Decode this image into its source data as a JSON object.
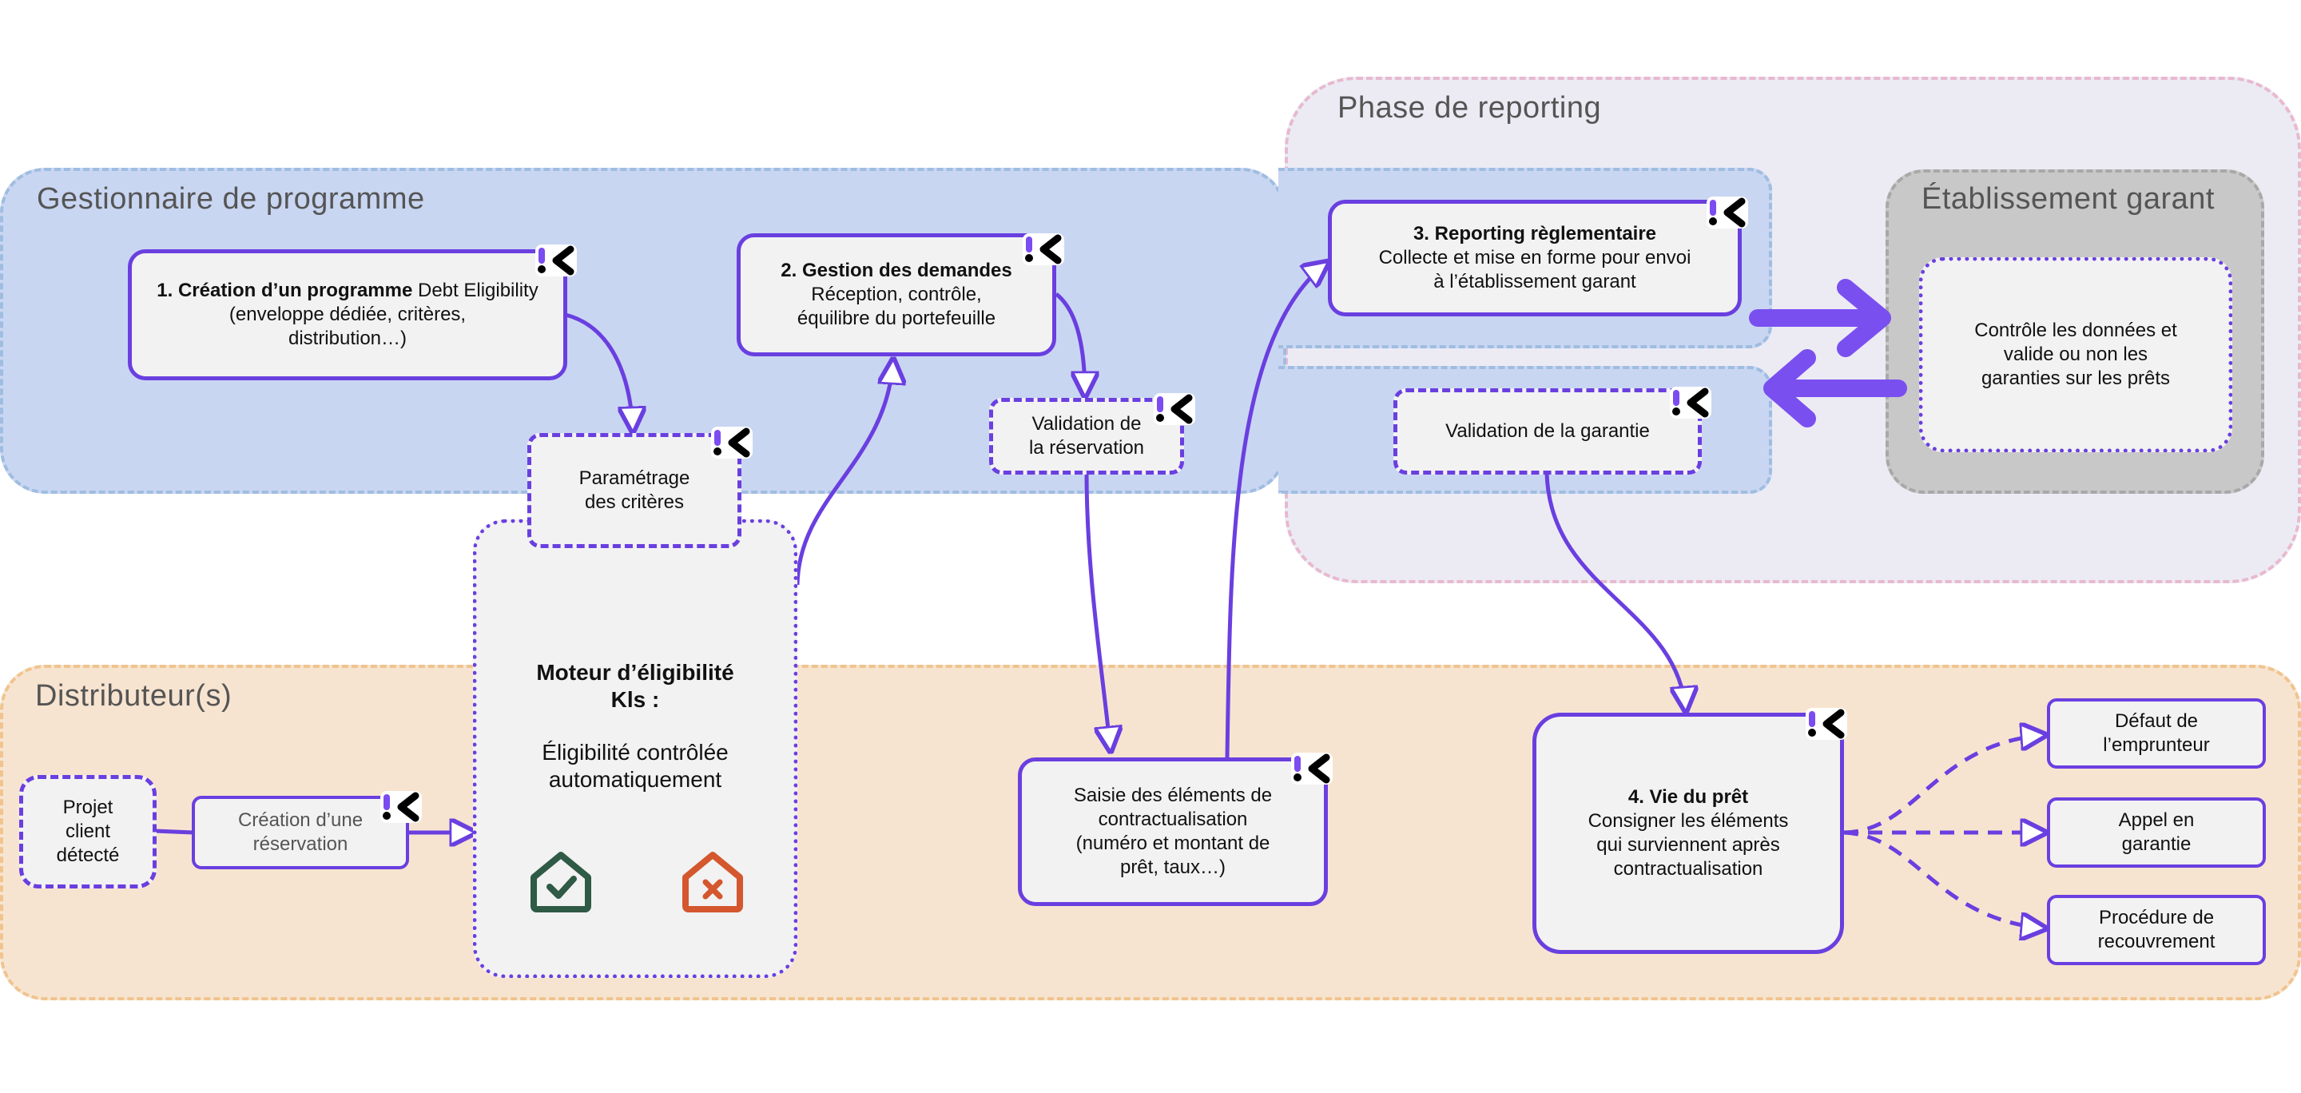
{
  "colors": {
    "accent": "#6a3fe0",
    "programme_zone": "#c9d6f2",
    "reporting_zone": "#ecebf4",
    "distributor_zone": "#f7e4d0",
    "garant_zone": "#c8c8c8",
    "ok_icon": "#2f5a45",
    "ko_icon": "#d4572e"
  },
  "zones": {
    "programme": "Gestionnaire de programme",
    "reporting": "Phase de reporting",
    "garant": "Établissement garant",
    "distributeur": "Distributeur(s)"
  },
  "nodes": {
    "creation": {
      "bold": "1. Création d’un programme",
      "rest": " Debt Eligibility",
      "line2": "(enveloppe dédiée, critères,",
      "line3": "distribution…)"
    },
    "parametrage": {
      "line1": "Paramétrage",
      "line2": "des critères"
    },
    "gestion": {
      "bold": "2. Gestion des demandes",
      "line1": "Réception, contrôle,",
      "line2": "équilibre du portefeuille"
    },
    "validation_reservation": {
      "line1": "Validation de",
      "line2": "la réservation"
    },
    "reporting": {
      "bold": "3. Reporting règlementaire",
      "line1": "Collecte et mise en forme pour envoi",
      "line2": "à l’établissement garant"
    },
    "validation_garantie": {
      "line1": "Validation de la garantie"
    },
    "controle": {
      "line1": "Contrôle les données et",
      "line2": "valide ou non les",
      "line3": "garanties sur les prêts"
    },
    "moteur": {
      "bold1": "Moteur d’éligibilité",
      "bold2": "Kls :",
      "line1": "Éligibilité contrôlée",
      "line2": "automatiquement"
    },
    "projet": {
      "line1": "Projet",
      "line2": "client",
      "line3": "détecté"
    },
    "creation_reservation": {
      "line1": "Création d’une",
      "line2": "réservation"
    },
    "saisie": {
      "line1": "Saisie des éléments de",
      "line2": "contractualisation",
      "line3": "(numéro et montant de",
      "line4": "prêt, taux…)"
    },
    "vie": {
      "bold": "4. Vie du prêt",
      "line1": "Consigner les éléments",
      "line2": "qui surviennent après",
      "line3": "contractualisation"
    },
    "defaut": {
      "line1": "Défaut de",
      "line2": "l’emprunteur"
    },
    "appel": {
      "line1": "Appel en",
      "line2": "garantie"
    },
    "procedure": {
      "line1": "Procédure de",
      "line2": "recouvrement"
    }
  },
  "icons": {
    "badge": "kls-logo-icon",
    "eligible": "house-check-icon",
    "not_eligible": "house-cross-icon"
  }
}
